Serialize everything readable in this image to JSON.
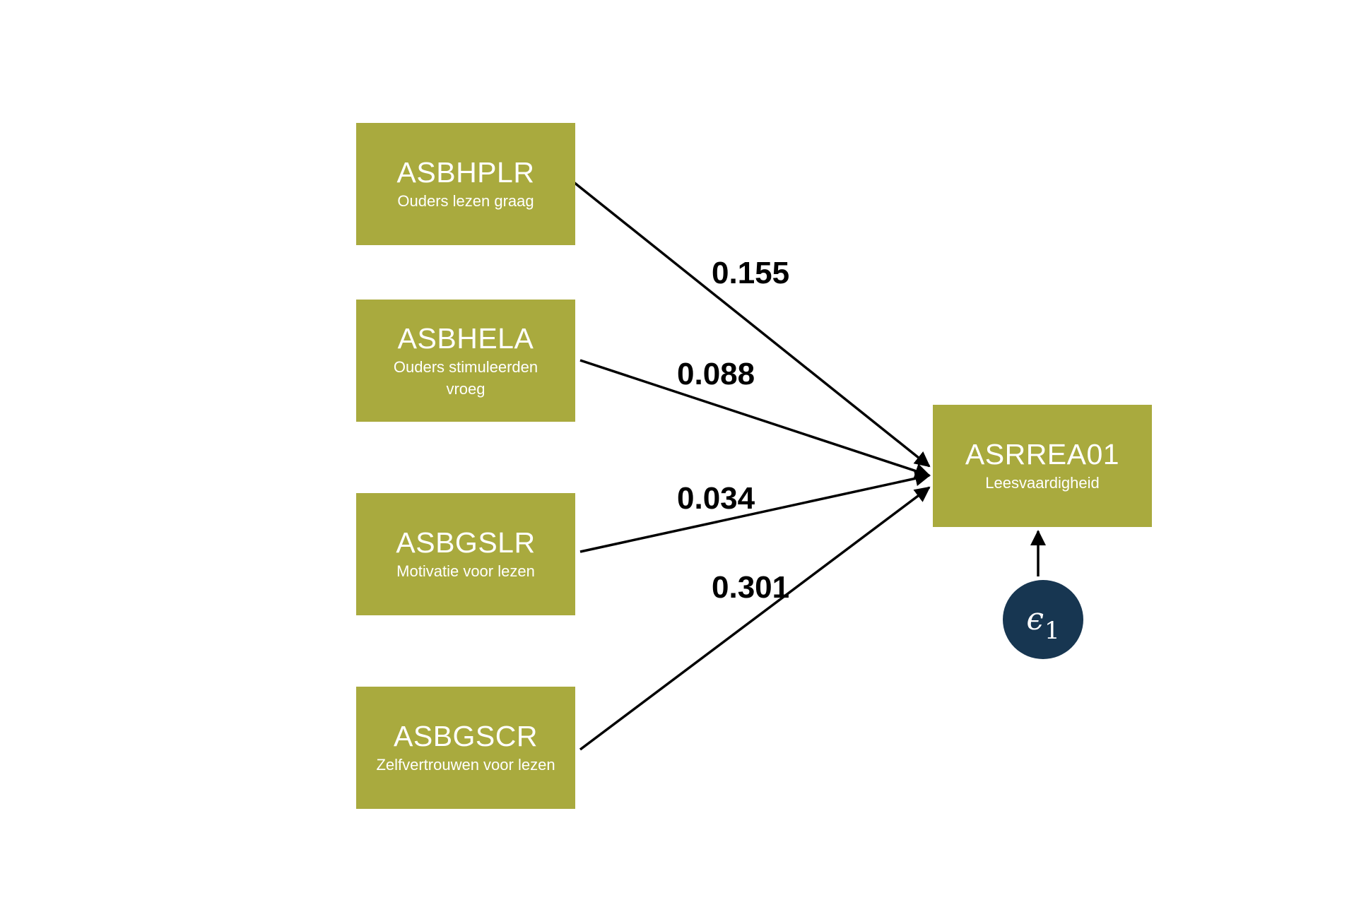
{
  "predictors": [
    {
      "code": "ASBHPLR",
      "description": "Ouders lezen graag",
      "coefficient": "0.155"
    },
    {
      "code": "ASBHELA",
      "description": "Ouders stimuleerden vroeg",
      "coefficient": "0.088"
    },
    {
      "code": "ASBGSLR",
      "description": "Motivatie voor lezen",
      "coefficient": "0.034"
    },
    {
      "code": "ASBGSCR",
      "description": "Zelfvertrouwen voor lezen",
      "coefficient": "0.301"
    }
  ],
  "outcome": {
    "code": "ASRREA01",
    "description": "Leesvaardigheid"
  },
  "error_term": {
    "symbol": "ϵ",
    "subscript": "1"
  },
  "colors": {
    "node_fill": "#a9aa3e",
    "node_text": "#ffffff",
    "error_fill": "#173651",
    "arrow": "#000000"
  }
}
